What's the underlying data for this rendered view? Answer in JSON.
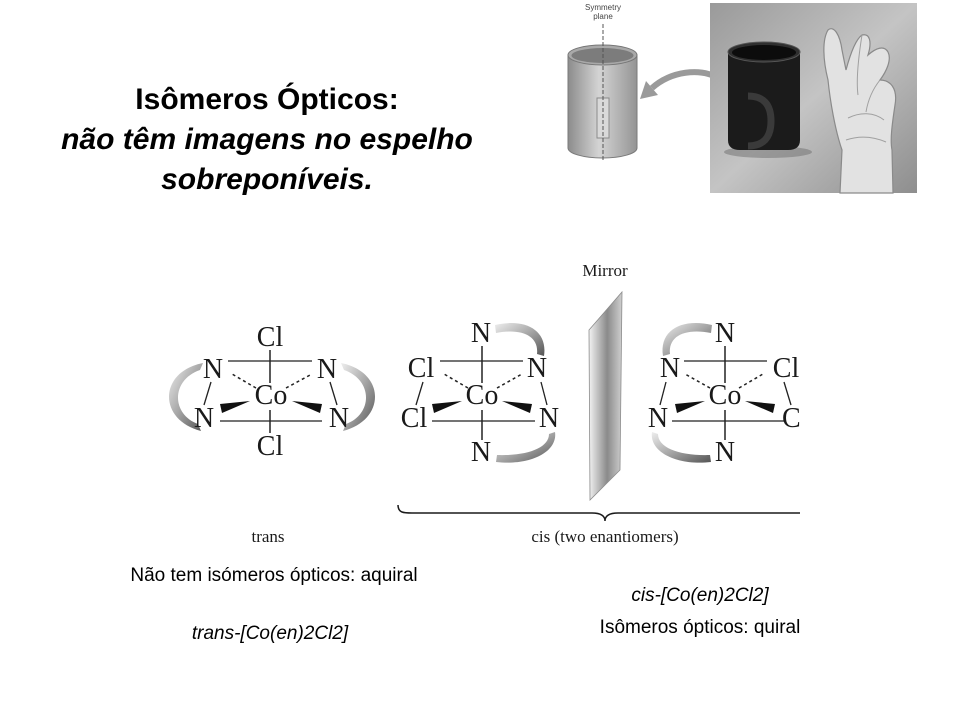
{
  "slide": {
    "title_line1": "Isômeros Ópticos:",
    "title_line2": "não têm imagens no espelho",
    "title_line3": "sobreponíveis."
  },
  "symmetry_figure": {
    "label_line1": "Symmetry",
    "label_line2": "plane"
  },
  "structures": {
    "mirror_label": "Mirror",
    "trans": {
      "top_ligand": "Cl",
      "upper_left": "N",
      "upper_right": "N",
      "metal": "Co",
      "lower_left": "N",
      "lower_right": "N",
      "bottom_ligand": "Cl"
    },
    "cis_left": {
      "top_ligand": "N",
      "upper_left": "Cl",
      "upper_right": "N",
      "metal": "Co",
      "lower_left": "Cl",
      "lower_right": "N",
      "bottom_ligand": "N"
    },
    "cis_right": {
      "top_ligand": "N",
      "upper_left": "N",
      "upper_right": "Cl",
      "metal": "Co",
      "lower_left": "N",
      "lower_right": "C",
      "bottom_ligand": "N"
    },
    "trans_caption": "trans",
    "cis_caption": "cis (two enantiomers)"
  },
  "notes": {
    "trans_note": "Não tem isómeros ópticos: aquiral",
    "trans_formula": "trans-[Co(en)2Cl2]",
    "cis_formula": "cis-[Co(en)2Cl2]",
    "cis_note": "Isômeros ópticos: quiral"
  },
  "colors": {
    "background": "#ffffff",
    "text": "#000000",
    "chelate_ring": "#9a9a9a",
    "mirror": "#a0a0a0",
    "photo_background": "#a9a9a9"
  }
}
